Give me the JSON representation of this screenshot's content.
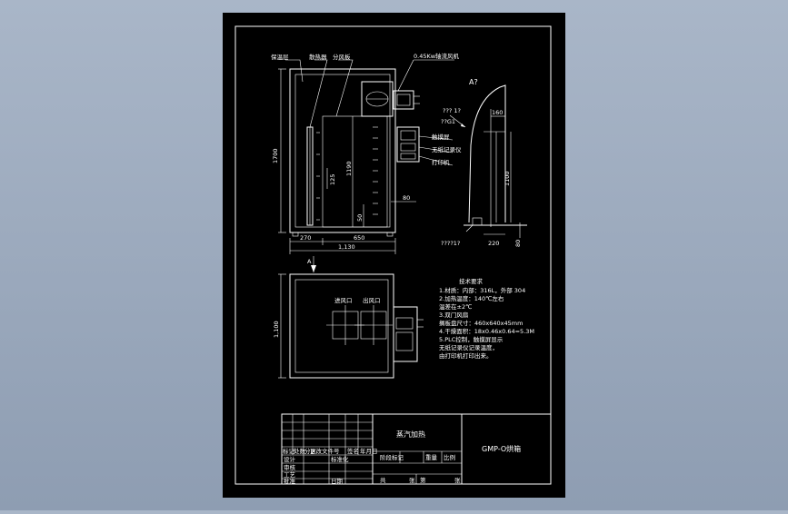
{
  "colors": {
    "background_top": "#a9b6c8",
    "background_bottom": "#8e9db2",
    "sheet": "#000000",
    "linework": "#ffffff"
  },
  "callouts": {
    "insulation": "保温层",
    "heater": "散热器",
    "air_divider": "分风板",
    "fan": "0.45Kw轴流风机",
    "temp_meter": "触摸屏",
    "recorder": "无纸记录仪",
    "printer": "打印机"
  },
  "front_view": {
    "height_label": "1700",
    "inner_height_label": "1190",
    "heater_label": "125",
    "bottom_label": "50",
    "dim_270": "270",
    "dim_650": "650",
    "dim_1130": "1,130",
    "side_80": "80",
    "section_mark": "A"
  },
  "section_view": {
    "title": "A?",
    "label_q1": "??? 1?",
    "label_q2": "??G1",
    "label_q3": "????1?",
    "dim_160": "160",
    "dim_1100": "1100",
    "dim_220": "220",
    "dim_80": "80"
  },
  "plan_view": {
    "depth_label": "1,100",
    "inlet_label": "进风口",
    "outlet_label": "出风口"
  },
  "tech_requirements": {
    "title": "技术要求",
    "lines": [
      "1.材质：内部：316L，外部 304",
      "2.加热温度：140℃左右",
      "   温差在±2℃",
      "3.双门风扇",
      "   搁板盘尺寸：460x640x45mm",
      "4.干燥面积：18x0.46x0.64=5.3M",
      "5.PLC控制，触摸屏显示",
      "   无纸记录仪记录温度，",
      "   由打印机打印出来。"
    ]
  },
  "title_block": {
    "heating_type": "蒸汽加热",
    "drawing_name": "GMP-O烘箱",
    "row_labels": [
      "标记",
      "处数",
      "分区",
      "更改文件号",
      "签名",
      "年月日"
    ],
    "designer": "设计",
    "checker": "审核",
    "process": "工艺",
    "standardization": "标准化",
    "approve": "批准",
    "date": "日期",
    "stage_mark": "阶段标记",
    "weight": "重量",
    "scale": "比例",
    "sheet_total": "共",
    "sheet_unit": "张",
    "sheet_no": "第"
  }
}
